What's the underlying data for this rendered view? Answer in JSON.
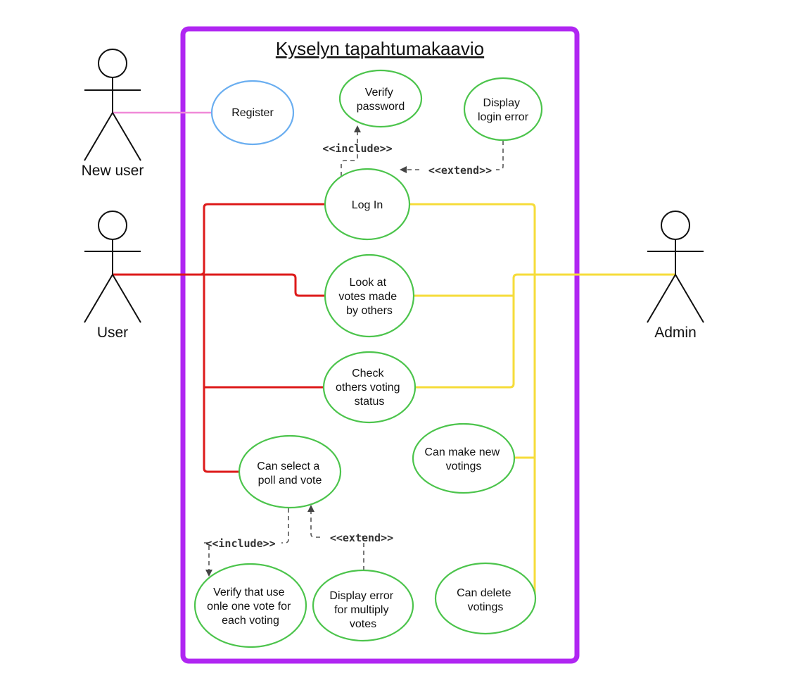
{
  "diagram": {
    "title": "Kyselyn tapahtumakaavio",
    "actors": {
      "new_user": "New user",
      "user": "User",
      "admin": "Admin"
    },
    "use_cases": {
      "register": [
        "Register"
      ],
      "verify_password": [
        "Verify",
        "password"
      ],
      "display_login_error": [
        "Display",
        "login error"
      ],
      "log_in": [
        "Log In"
      ],
      "look_votes": [
        "Look at",
        "votes made",
        "by others"
      ],
      "check_status": [
        "Check",
        "others voting",
        "status"
      ],
      "select_poll": [
        "Can select a",
        "poll and vote"
      ],
      "make_votings": [
        "Can make new",
        "votings"
      ],
      "verify_one_vote": [
        "Verify that use",
        "onle one vote for",
        "each voting"
      ],
      "display_multi_error": [
        "Display error",
        "for multiply",
        "votes"
      ],
      "delete_votings": [
        "Can delete",
        "votings"
      ]
    },
    "relations": {
      "include_login": "<<include>>",
      "extend_login": "<<extend>>",
      "include_vote": "<<include>>",
      "extend_vote": "<<extend>>"
    },
    "colors": {
      "system_border": "#b026f2",
      "register_ellipse": "#6aaef0",
      "use_case_ellipse": "#4cc44c",
      "new_user_line": "#f08ad8",
      "user_lines": "#dd1a1a",
      "admin_lines": "#f6dc3a",
      "dashed_line": "#555555"
    }
  }
}
